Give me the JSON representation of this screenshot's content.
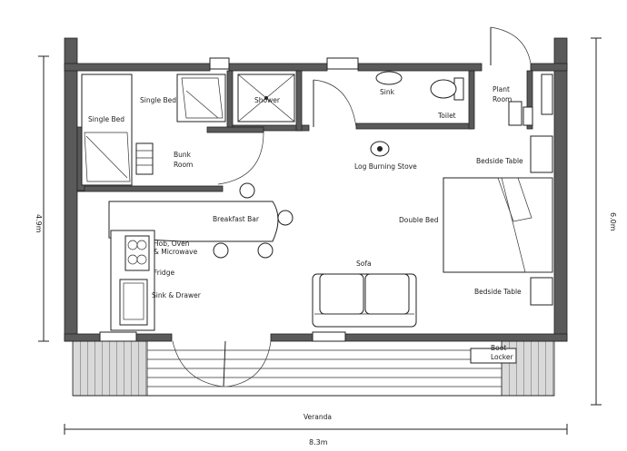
{
  "labels": {
    "single_bed_top": "Single Bed",
    "single_bed_left": "Single Bed",
    "shower": "Shower",
    "sink": "Sink",
    "toilet": "Toilet",
    "plant_room": "Plant\nRoom",
    "bunk_room": "Bunk\nRoom",
    "log_burning_stove": "Log Burning Stove",
    "bedside_table_top": "Bedside Table",
    "bedside_table_bottom": "Bedside Table",
    "breakfast_bar": "Breakfast Bar",
    "double_bed": "Double Bed",
    "hob_oven": "Hob, Oven\n& Microwave",
    "fridge": "Fridge",
    "sink_drawer": "Sink & Drawer",
    "sofa": "Sofa",
    "boot_locker": "Boot\nLocker",
    "veranda": "Veranda"
  },
  "dimensions": {
    "width": "8.3m",
    "height_left": "4.9m",
    "height_right": "6.0m"
  }
}
